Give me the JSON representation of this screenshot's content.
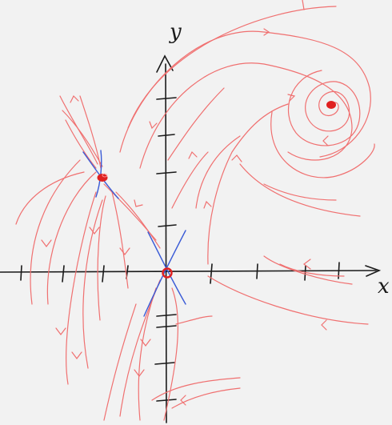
{
  "axes": {
    "x_label": "x",
    "y_label": "y"
  },
  "colors": {
    "background": "#f2f2f2",
    "axes": "#1a1a1a",
    "flow": "#f07070",
    "separatrix": "#3a5bd6",
    "fixed_point": "#e02020"
  },
  "fixed_points": [
    {
      "name": "origin-saddle",
      "kind": "saddle"
    },
    {
      "name": "upper-left-saddle",
      "kind": "saddle"
    },
    {
      "name": "upper-right-spiral",
      "kind": "spiral"
    }
  ]
}
